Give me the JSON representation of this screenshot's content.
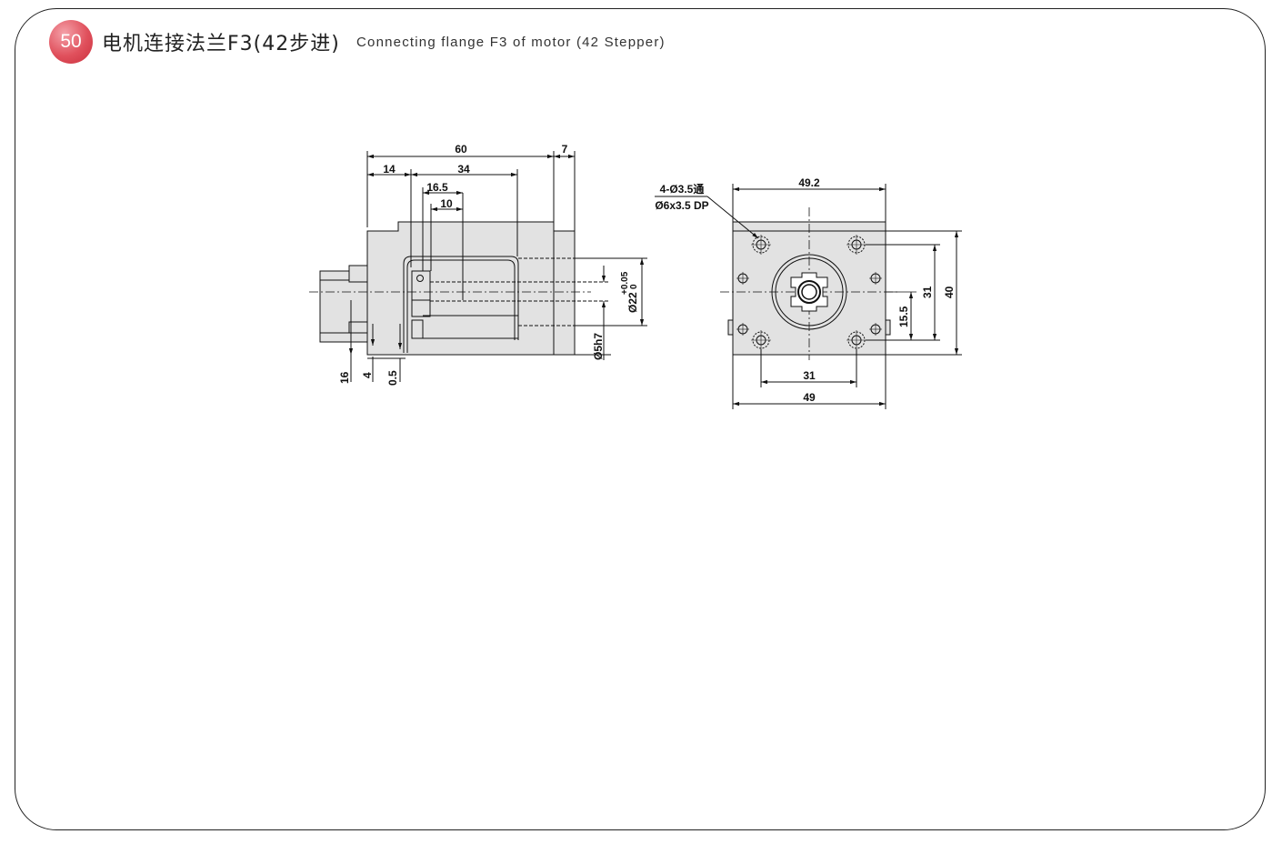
{
  "header": {
    "badge": "50",
    "title_cn": "电机连接法兰F3(42步进)",
    "title_en": "Connecting flange F3 of motor (42 Stepper)"
  },
  "side_view": {
    "dims": {
      "overall_length": "60",
      "flange": "7",
      "d14": "14",
      "d34": "34",
      "d16_5": "16.5",
      "d10": "10",
      "d16": "16",
      "d4": "4",
      "d0_5": "0.5",
      "bore_dia": "Ø22",
      "tol_upper": "+0.05",
      "tol_lower": "0",
      "spigot": "Ø5h7"
    }
  },
  "front_view": {
    "dims": {
      "top_width": "49.2",
      "bottom_width": "49",
      "hole_pitch_h": "31",
      "hole_pitch_v": "31",
      "height": "40",
      "center_height": "15.5"
    },
    "hole_note_1": "4-Ø3.5通",
    "hole_note_2": "Ø6x3.5 DP"
  },
  "colors": {
    "badge": "#e0505c",
    "part_fill": "#e2e2e2",
    "line": "#111111"
  }
}
